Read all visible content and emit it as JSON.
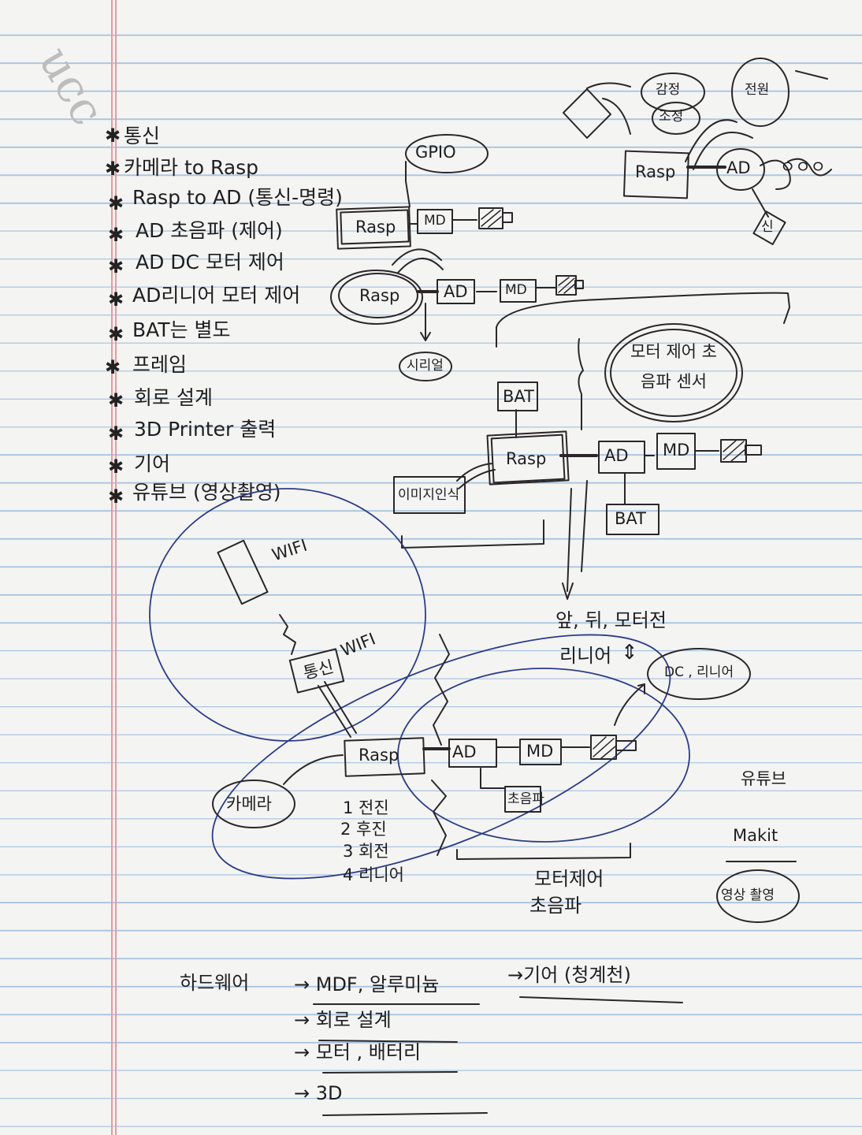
{
  "note_title": "ucc",
  "task_list": [
    "통신",
    "카메라 to Rasp",
    "Rasp to AD (통신-명령)",
    "AD 초음파 (제어)",
    "AD DC 모터 제어",
    "AD리니어 모터 제어",
    "BAT는 별도",
    "프레임",
    "회로 설계",
    "3D Printer 출력",
    "기어",
    "유튜브 (영상촬영)"
  ],
  "diagram_top_center": {
    "gpio": "GPIO",
    "rasp_1": "Rasp",
    "md_1": "MD",
    "rasp_2": "Rasp",
    "ad": "AD",
    "md_2": "MD",
    "serial": "시리얼"
  },
  "diagram_top_right": {
    "rasp": "Rasp",
    "ad": "AD",
    "sensor_1": "감정",
    "sensor_2": "조정",
    "sensor_3": "전원",
    "loop": "ㅇㅇㅇ",
    "small": "신"
  },
  "diagram_middle": {
    "motor_bubble": "모터 제어 초음파 센서",
    "bat_top": "BAT",
    "rasp": "Rasp",
    "ad": "AD",
    "md": "MD",
    "bat_bottom": "BAT",
    "image_rec": "이미지인식"
  },
  "diagram_bottom": {
    "wifi_1": "WIFI",
    "wifi_2": "WIFI",
    "comm": "통신",
    "camera": "카메라",
    "rasp": "Rasp",
    "ad": "AD",
    "md": "MD",
    "ultra": "초음파",
    "motions": "앞, 뒤, 모터전",
    "linear": "리니어",
    "dc_linear": "DC , 리니어",
    "steps": [
      "1 전진",
      "2 후진",
      "3 회전",
      "4 리니어"
    ],
    "motor_ctrl": [
      "모터제어",
      "초음파"
    ]
  },
  "side_notes": {
    "youtube": "유튜브",
    "makit": "Makit",
    "video": "영상 촬영"
  },
  "hardware": {
    "label": "하드웨어",
    "items": [
      "→ MDF, 알루미늄",
      "→ 회로 설계",
      "→ 모터 , 배터리",
      "→ 3D"
    ],
    "gear": "→기어 (청계천)"
  }
}
